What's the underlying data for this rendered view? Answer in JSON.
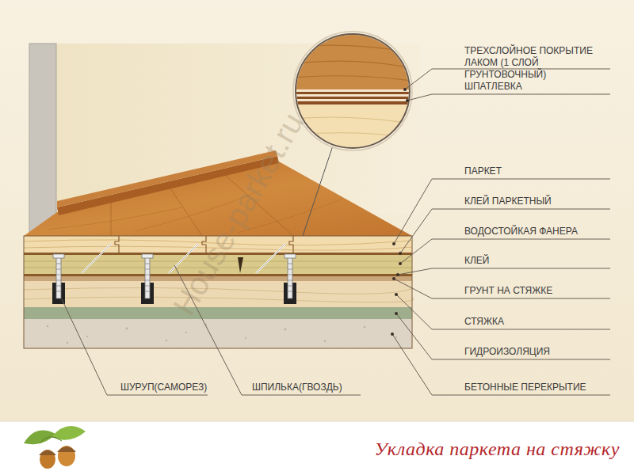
{
  "diagram": {
    "caption": "Укладка паркета на стяжку",
    "labels": [
      "ТРЕХСЛОЙНОЕ ПОКРЫТИЕ ЛАКОМ (1 СЛОЙ ГРУНТОВОЧНЫЙ)",
      "ШПАТЛЕВКА",
      "ПАРКЕТ",
      "КЛЕЙ ПАРКЕТНЫЙ",
      "ВОДОСТОЙКАЯ ФАНЕРА",
      "КЛЕЙ",
      "ГРУНТ НА СТЯЖКЕ",
      "СТЯЖКА",
      "ГИДРОИЗОЛЯЦИЯ",
      "БЕТОННЫЕ ПЕРЕКРЫТИЕ",
      "ШУРУП(САМОРЕЗ)",
      "ШПИЛЬКА(ГВОЗДЬ)",
      "House-parket.ru"
    ]
  }
}
